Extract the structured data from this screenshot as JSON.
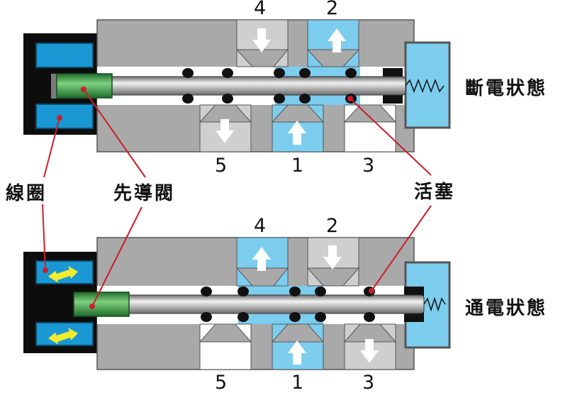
{
  "top_valve": {
    "state_label": "斷電狀態",
    "ports": {
      "p4": "4",
      "p2": "2",
      "p5": "5",
      "p1": "1",
      "p3": "3"
    }
  },
  "bottom_valve": {
    "state_label": "通電狀態",
    "ports": {
      "p4": "4",
      "p2": "2",
      "p5": "5",
      "p1": "1",
      "p3": "3"
    }
  },
  "callouts": {
    "coil": "線圈",
    "pilot_valve": "先導閥",
    "piston": "活塞"
  },
  "colors": {
    "body_gray": "#a9a9a9",
    "air_blue": "#7ccdee",
    "coil_blue": "#1a98d4",
    "pilot_green": "#2f9640",
    "leader_red": "#c8202a",
    "arrow_yellow": "#f2ec2c"
  }
}
